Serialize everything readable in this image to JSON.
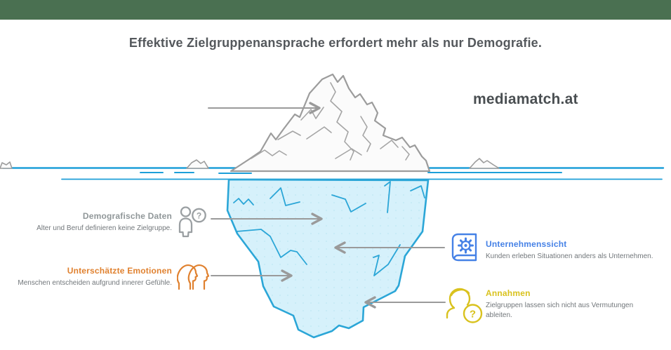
{
  "page": {
    "background_color": "#ffffff",
    "top_bar_color": "#4a7051"
  },
  "title": "Effektive Zielgruppenansprache erfordert mehr als nur Demografie.",
  "brand": "mediamatch.at",
  "icons": {
    "question_mark": "?"
  },
  "callouts": {
    "demografische": {
      "title": "Demografische Daten",
      "subtitle": "Alter und Beruf definieren keine Zielgruppe.",
      "accent_color": "#909799",
      "icon": "person-question-icon"
    },
    "emotionen": {
      "title": "Unterschätzte Emotionen",
      "subtitle": "Menschen entscheiden aufgrund innerer Gefühle.",
      "accent_color": "#e0812f",
      "icon": "two-heads-icon"
    },
    "unternehmenssicht": {
      "title": "Unternehmenssicht",
      "subtitle": "Kunden erleben Situationen anders als Unternehmen.",
      "accent_color": "#4581e6",
      "icon": "book-gear-icon"
    },
    "annahmen": {
      "title": "Annahmen",
      "subtitle": "Zielgruppen lassen sich nicht aus Vermutungen ableiten.",
      "accent_color": "#d9c21e",
      "icon": "person-doubt-icon"
    }
  },
  "scene_colors": {
    "waterline": "#1d9fd8",
    "iceberg_above_fill": "#fbfbfb",
    "iceberg_above_stroke": "#9c9c9c",
    "iceberg_below_fill": "#d6f1fb",
    "iceberg_below_stroke": "#2ba6d7",
    "arrow_color": "#9a9a9a"
  }
}
